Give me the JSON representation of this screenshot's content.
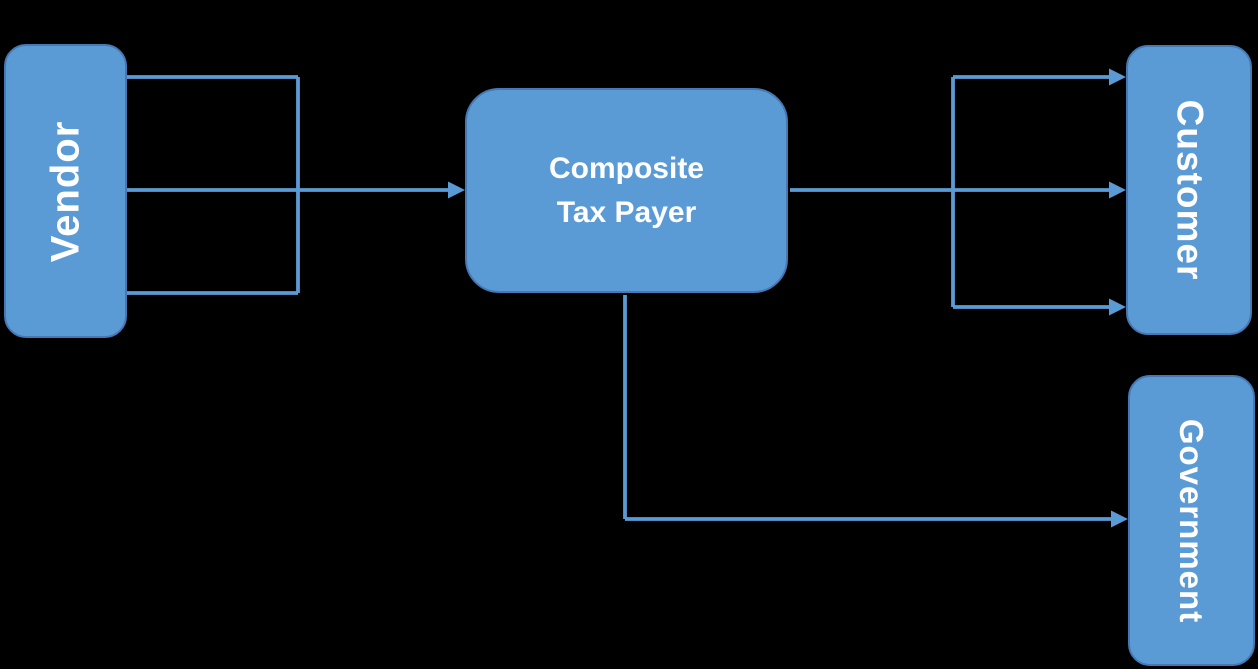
{
  "canvas": {
    "background": "#000000"
  },
  "colors": {
    "node_fill": "#5B9BD5",
    "node_border": "#4678B4",
    "connector": "#5B9BD5",
    "label_text": "#FFFFFF"
  },
  "diagram": {
    "type": "flow-diagram",
    "nodes": [
      {
        "id": "vendor",
        "label": "Vendor",
        "shape": "rounded-rectangle",
        "text_orientation": "vertical-bottom-to-top"
      },
      {
        "id": "composite-tax-payer",
        "label": "Composite Tax Payer",
        "label_lines": [
          "Composite",
          "Tax Payer"
        ],
        "shape": "rounded-rectangle",
        "text_orientation": "horizontal"
      },
      {
        "id": "customer",
        "label": "Customer",
        "shape": "rounded-rectangle",
        "text_orientation": "vertical-top-to-bottom"
      },
      {
        "id": "government",
        "label": "Government",
        "shape": "rounded-rectangle",
        "text_orientation": "vertical-top-to-bottom"
      }
    ],
    "edges": [
      {
        "from": "vendor",
        "to": "composite-tax-payer",
        "style": "elbow",
        "arrow": true,
        "source_branches": 3
      },
      {
        "from": "composite-tax-payer",
        "to": "customer",
        "style": "elbow",
        "arrow": true,
        "target_branches": 3
      },
      {
        "from": "composite-tax-payer",
        "to": "government",
        "style": "elbow",
        "arrow": true,
        "target_branches": 1
      }
    ]
  }
}
